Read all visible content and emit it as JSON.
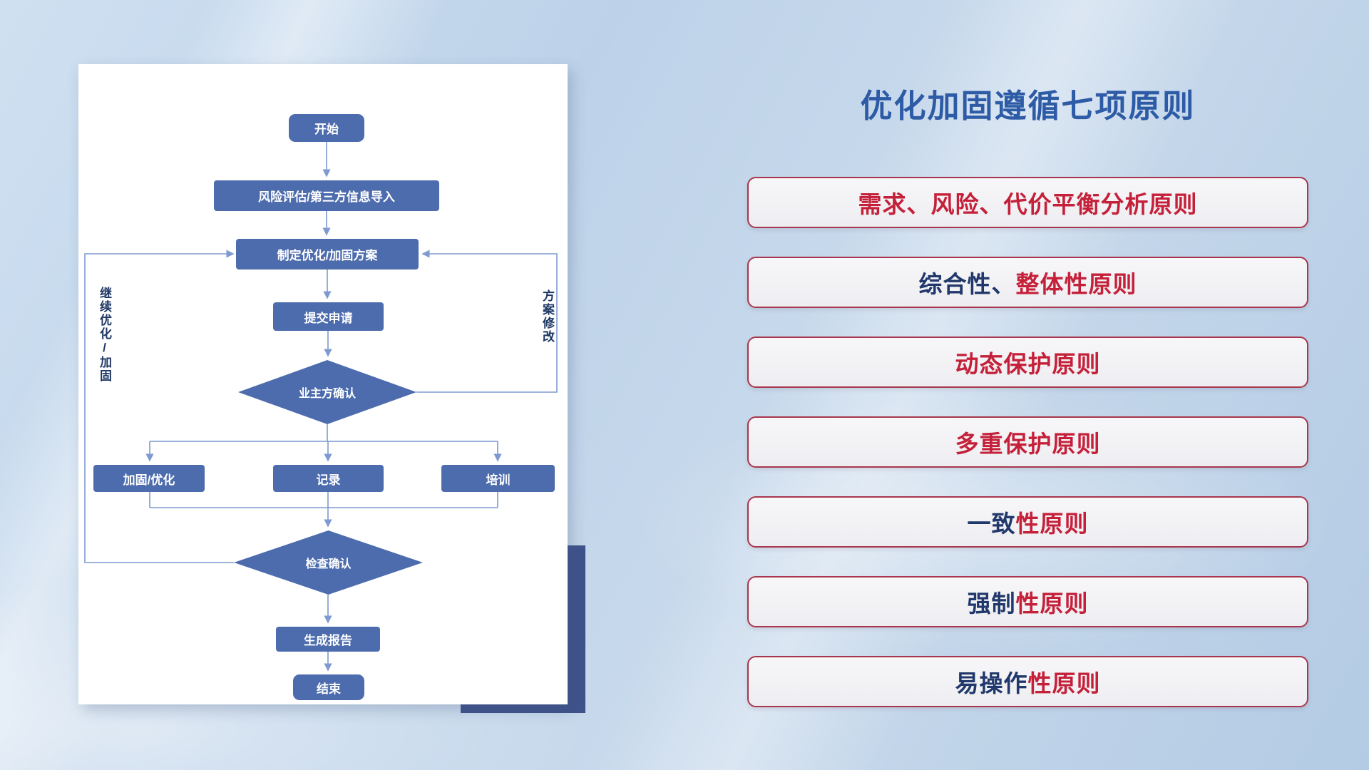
{
  "colors": {
    "node_fill": "#4d6cad",
    "connector": "#7f9ad1",
    "side_label": "#1f3864",
    "title_blue": "#2d5ba6",
    "principle_border": "#a8374d",
    "principle_navy": "#20386b",
    "principle_red": "#c5203a",
    "shadow_rect": "#3f538b"
  },
  "flowchart": {
    "nodes": {
      "start": "开始",
      "risk": "风险评估/第三方信息导入",
      "plan": "制定优化/加固方案",
      "submit": "提交申请",
      "owner_confirm": "业主方确认",
      "reinforce": "加固/优化",
      "record": "记录",
      "training": "培训",
      "check_confirm": "检查确认",
      "report": "生成报告",
      "end": "结束"
    },
    "side_labels": {
      "left": "继续优化/加固",
      "right": "方案修改"
    }
  },
  "panel": {
    "title": "优化加固遵循七项原则",
    "principles": [
      {
        "segments": [
          {
            "text": "需求、风险、代价平衡分析原则",
            "color": "#c5203a"
          }
        ]
      },
      {
        "segments": [
          {
            "text": "综合性、",
            "color": "#20386b"
          },
          {
            "text": "整体性原则",
            "color": "#c5203a"
          }
        ]
      },
      {
        "segments": [
          {
            "text": "动态保护原则",
            "color": "#c5203a"
          }
        ]
      },
      {
        "segments": [
          {
            "text": "多重保护原则",
            "color": "#c5203a"
          }
        ]
      },
      {
        "segments": [
          {
            "text": "一致",
            "color": "#20386b"
          },
          {
            "text": "性原则",
            "color": "#c5203a"
          }
        ]
      },
      {
        "segments": [
          {
            "text": "强制",
            "color": "#20386b"
          },
          {
            "text": "性原则",
            "color": "#c5203a"
          }
        ]
      },
      {
        "segments": [
          {
            "text": "易操作",
            "color": "#20386b"
          },
          {
            "text": "性原则",
            "color": "#c5203a"
          }
        ]
      }
    ]
  }
}
